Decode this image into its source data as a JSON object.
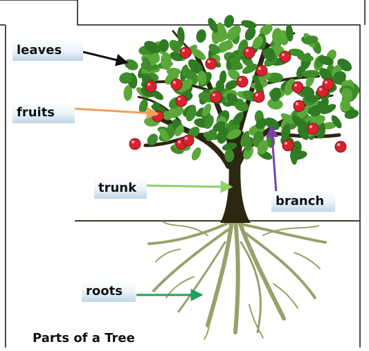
{
  "labels": {
    "leaves": "leaves",
    "fruits": "fruits",
    "trunk": "trunk",
    "branch": "branch",
    "roots": "roots"
  },
  "caption": "Parts of a Tree",
  "colors": {
    "leaves_arrow": "#111111",
    "fruits_arrow": "#f2a05a",
    "trunk_arrow": "#8fd16a",
    "branch_arrow": "#7b3fa8",
    "roots_arrow": "#1aa35a",
    "leaf": "#3f8c2a",
    "fruit": "#d9232e",
    "trunk": "#2b2710",
    "roots": "#9aa06a"
  }
}
